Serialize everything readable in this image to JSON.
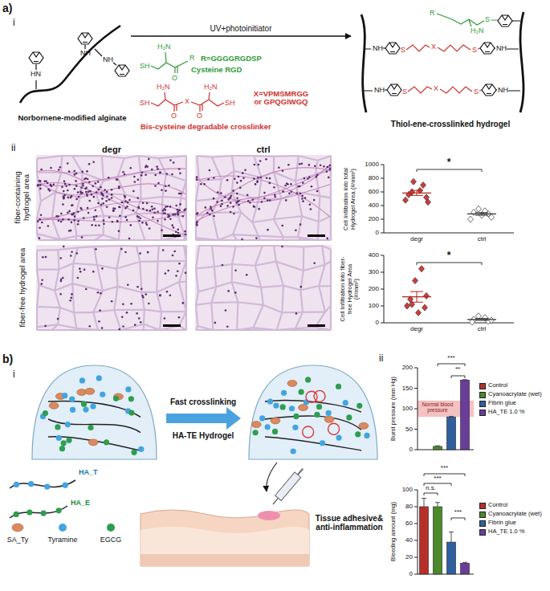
{
  "diagram": {
    "nodes": [
      {
        "text": [
          "Norbornene-modified alginate"
        ]
      },
      {
        "text": [
          "Thiol-ene-crosslinked hydrogel"
        ]
      }
    ],
    "edges": [
      {
        "from": 0,
        "to": 1,
        "arrow": "to",
        "label": "UV+photoinitiator"
      }
    ],
    "labels": [
      "a)",
      "i",
      "HN",
      "NH",
      "NH",
      "SH",
      "H₂N",
      "O",
      "R",
      "Cysteine RGD",
      "R=GGGGRGDSP",
      "H₂N",
      "SH",
      "O",
      "X",
      "O",
      "H₂N",
      "SH",
      "Bis-cysteine degradable crosslinker",
      "X=VPMSMRGG or GPQGIWGQ",
      "NH",
      "NH",
      "NH",
      "NH",
      "S",
      "X",
      "S",
      "S",
      "X",
      "S",
      "S",
      "H₂N",
      "R",
      "ii",
      "degr",
      "ctrl",
      "fiber-containing hydrogel area",
      "fiber-free hydrogel area",
      "Cell Infiltration into total Hydrogel Area (#/mm²)",
      "1000",
      "800",
      "600",
      "400",
      "200",
      "0",
      "*",
      "degr",
      "ctrl",
      "Cell Infiltration into fiber-free Hydrogel Area (#/mm²)",
      "400",
      "300",
      "200",
      "100",
      "0",
      "*",
      "degr",
      "ctrl",
      "b)",
      "i",
      "Fast crosslinking",
      "HA-TE Hydrogel",
      "HA_T",
      "HA_E",
      "SA_Ty",
      "Tyramine",
      "EGCG",
      "Tissue adhesive& anti-inflammation",
      "ii",
      "Burst pressure (mm Hg)",
      "200",
      "150",
      "100",
      "50",
      "0",
      "Normal blood pressure",
      "***",
      "**",
      "Bleeding amount (mg)",
      "100",
      "80",
      "60",
      "40",
      "20",
      "0",
      "***",
      "***",
      "n.s.",
      "***"
    ],
    "legend": [
      {
        "text": "Control",
        "color": "#b5302c"
      },
      {
        "text": "Cyanoacrylate (wet)",
        "color": "#4a8a2a"
      },
      {
        "text": "Fibrin glue",
        "color": "#2f5f9f"
      },
      {
        "text": "HA_TE 1.0 %",
        "color": "#6a3d9a"
      },
      {
        "text": "Control",
        "color": "#b5302c"
      },
      {
        "text": "Cyanoacrylate (wet)",
        "color": "#4a8a2a"
      },
      {
        "text": "Fibrin glue",
        "color": "#2f5f9f"
      },
      {
        "text": "HA_TE 1.0 %",
        "color": "#6a3d9a"
      }
    ]
  }
}
